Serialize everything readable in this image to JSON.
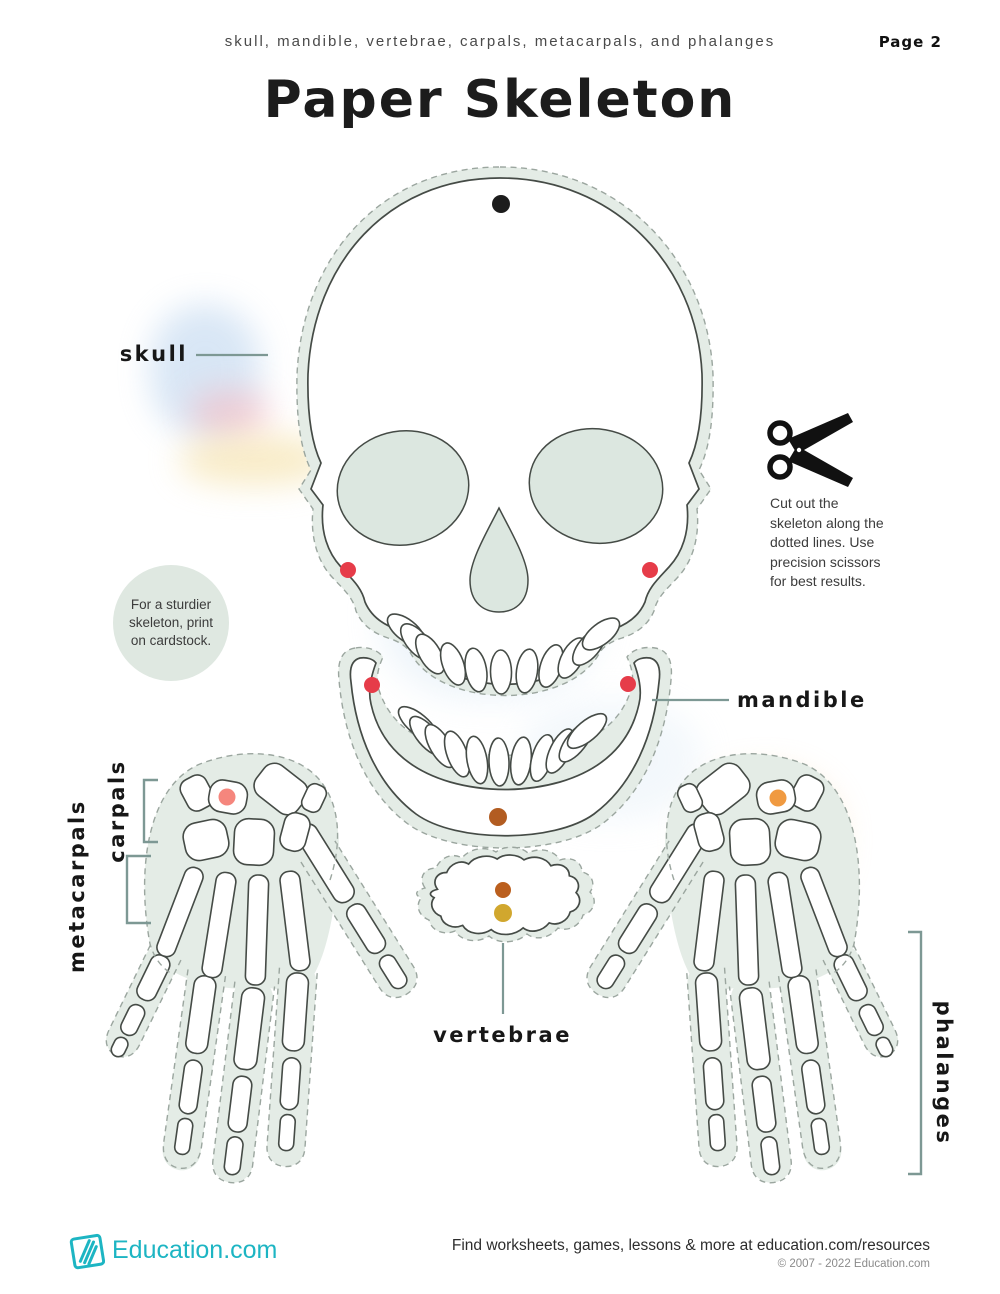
{
  "header": {
    "subtitle": "skull, mandible, vertebrae, carpals, metacarpals, and phalanges",
    "page_label": "Page 2"
  },
  "title": "Paper Skeleton",
  "instructions": {
    "cut_note": "Cut out the\nskeleton along the\ndotted lines. Use\nprecision scissors\nfor best results.",
    "cardstock_note": "For a sturdier\nskeleton, print\non cardstock."
  },
  "labels": {
    "skull": "skull",
    "mandible": "mandible",
    "vertebrae": "vertebrae",
    "carpals": "carpals",
    "metacarpals": "metacarpals",
    "phalanges": "phalanges"
  },
  "icons": {
    "scissors": "scissors-icon",
    "brand_logo": "education-pencil-logo"
  },
  "footer": {
    "brand": "Education.com",
    "resources_text": "Find worksheets, games, lessons & more at education.com/resources",
    "copyright": "© 2007 - 2022 Education.com"
  },
  "colors": {
    "cut_margin_sage": "#e4ece6",
    "dashed_cut_line": "#9ba69f",
    "bone_outline": "#454b46",
    "label_line_teal": "#7d9894",
    "brand_teal": "#1db5c3",
    "dot_black": "#1c1c1c",
    "dot_red": "#e63c49",
    "dot_pink": "#f5867d",
    "dot_orange": "#f09a41",
    "dot_rust": "#b25c21",
    "dot_gold": "#d1a72e",
    "note_circle_bg": "#dfe8e1"
  }
}
